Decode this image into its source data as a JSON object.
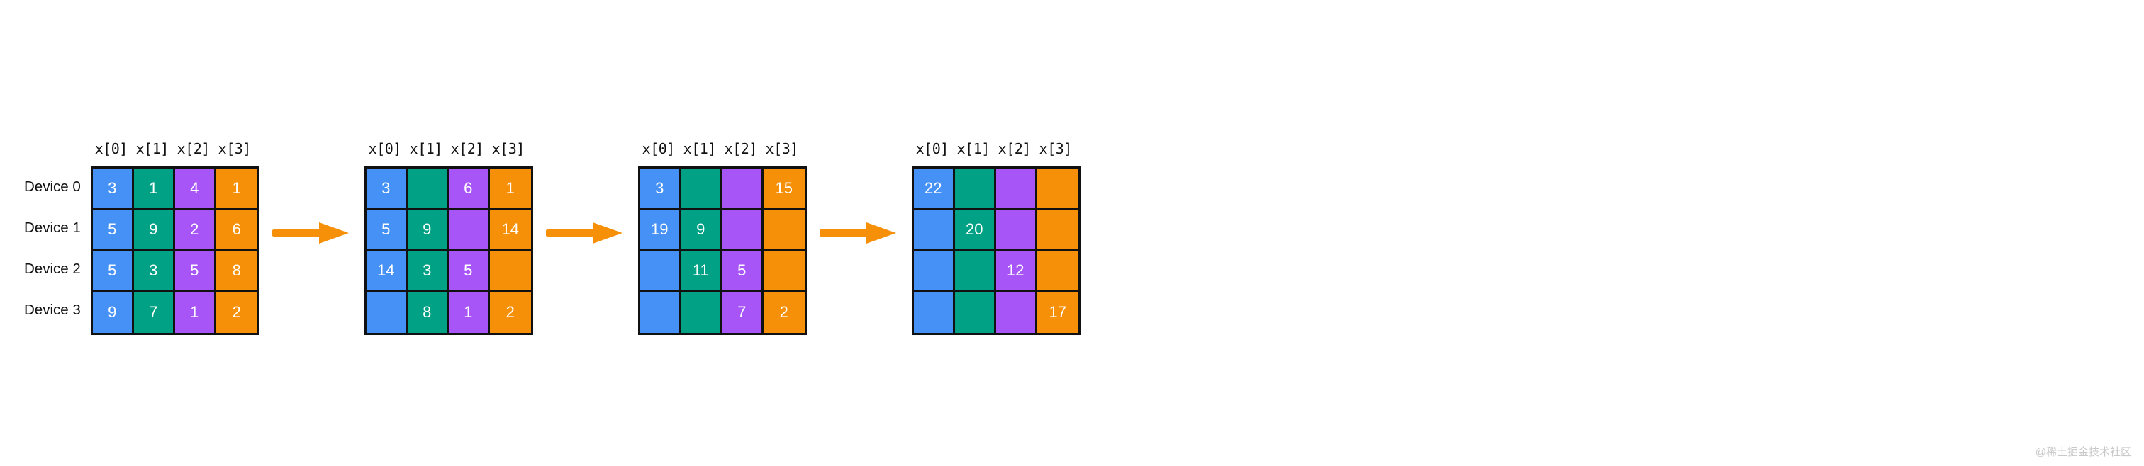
{
  "figure": {
    "column_headers": [
      "x[0]",
      "x[1]",
      "x[2]",
      "x[3]"
    ],
    "row_labels": [
      "Device 0",
      "Device 1",
      "Device 2",
      "Device 3"
    ],
    "column_colors": [
      "#4591f5",
      "#00a184",
      "#a855f7",
      "#f79009"
    ],
    "border_color": "#111111",
    "value_color": "#ffffff",
    "arrow_color": "#f79009",
    "arrow_glyph": "right-arrow",
    "steps": [
      {
        "name": "step-0",
        "cells": [
          [
            "3",
            "1",
            "4",
            "1"
          ],
          [
            "5",
            "9",
            "2",
            "6"
          ],
          [
            "5",
            "3",
            "5",
            "8"
          ],
          [
            "9",
            "7",
            "1",
            "2"
          ]
        ]
      },
      {
        "name": "step-1",
        "cells": [
          [
            "3",
            "",
            "6",
            "1"
          ],
          [
            "5",
            "9",
            "",
            "14"
          ],
          [
            "14",
            "3",
            "5",
            ""
          ],
          [
            "",
            "8",
            "1",
            "2"
          ]
        ]
      },
      {
        "name": "step-2",
        "cells": [
          [
            "3",
            "",
            "",
            "15"
          ],
          [
            "19",
            "9",
            "",
            ""
          ],
          [
            "",
            "11",
            "5",
            ""
          ],
          [
            "",
            "",
            "7",
            "2"
          ]
        ]
      },
      {
        "name": "step-3",
        "cells": [
          [
            "22",
            "",
            "",
            ""
          ],
          [
            "",
            "20",
            "",
            ""
          ],
          [
            "",
            "",
            "12",
            ""
          ],
          [
            "",
            "",
            "",
            "17"
          ]
        ]
      }
    ]
  },
  "watermark": {
    "text": "@稀土掘金技术社区"
  },
  "chart_data": {
    "type": "table",
    "title": "",
    "categories": [
      "x[0]",
      "x[1]",
      "x[2]",
      "x[3]"
    ],
    "row_labels": [
      "Device 0",
      "Device 1",
      "Device 2",
      "Device 3"
    ],
    "panels": [
      {
        "name": "step-0",
        "values": [
          [
            3,
            1,
            4,
            1
          ],
          [
            5,
            9,
            2,
            6
          ],
          [
            5,
            3,
            5,
            8
          ],
          [
            9,
            7,
            1,
            2
          ]
        ]
      },
      {
        "name": "step-1",
        "values": [
          [
            3,
            null,
            6,
            1
          ],
          [
            5,
            9,
            null,
            14
          ],
          [
            14,
            3,
            5,
            null
          ],
          [
            null,
            8,
            1,
            2
          ]
        ]
      },
      {
        "name": "step-2",
        "values": [
          [
            3,
            null,
            null,
            15
          ],
          [
            19,
            9,
            null,
            null
          ],
          [
            null,
            11,
            5,
            null
          ],
          [
            null,
            null,
            7,
            2
          ]
        ]
      },
      {
        "name": "step-3",
        "values": [
          [
            22,
            null,
            null,
            null
          ],
          [
            null,
            20,
            null,
            null
          ],
          [
            null,
            null,
            12,
            null
          ],
          [
            null,
            null,
            null,
            17
          ]
        ]
      }
    ],
    "grid": true,
    "legend_position": "none",
    "xlabel": "",
    "ylabel": ""
  }
}
